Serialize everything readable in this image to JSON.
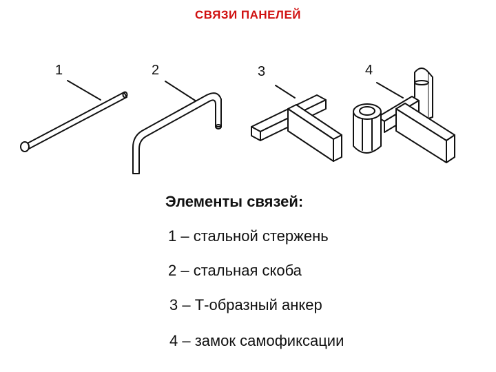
{
  "title": "СВЯЗИ  ПАНЕЛЕЙ",
  "colors": {
    "title": "#d01010",
    "line": "#111111"
  },
  "figure_numbers": [
    "1",
    "2",
    "3",
    "4"
  ],
  "legend": {
    "heading": "Элементы связей:",
    "items": [
      "1 – стальной стержень",
      "2 – стальная скоба",
      "3 – Т-образный анкер",
      "4 – замок самофиксации"
    ]
  }
}
